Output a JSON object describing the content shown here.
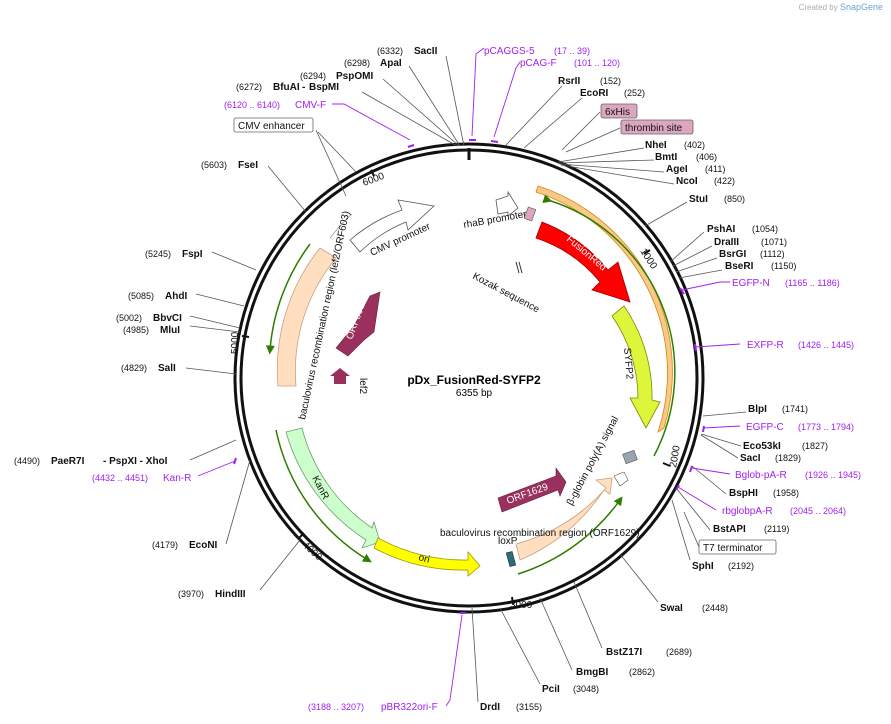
{
  "header": {
    "credit_prefix": "Created by",
    "credit_brand": "SnapGene"
  },
  "plasmid": {
    "name": "pDx_FusionRed-SYFP2",
    "size_label": "6355 bp"
  },
  "ticks": [
    "1000",
    "2000",
    "3000",
    "4000",
    "5000",
    "6000"
  ],
  "enzymes": [
    {
      "name": "SacII",
      "pos": "(6332)"
    },
    {
      "name": "ApaI",
      "pos": "(6298)"
    },
    {
      "name": "PspOMI",
      "pos": "(6294)"
    },
    {
      "name": "BfuAI",
      "pos": "(6272)",
      "extra": "BspMI"
    },
    {
      "name": "RsrII",
      "pos": "(152)"
    },
    {
      "name": "EcoRI",
      "pos": "(252)"
    },
    {
      "name": "NheI",
      "pos": "(402)"
    },
    {
      "name": "BmtI",
      "pos": "(406)"
    },
    {
      "name": "AgeI",
      "pos": "(411)"
    },
    {
      "name": "NcoI",
      "pos": "(422)"
    },
    {
      "name": "StuI",
      "pos": "(850)"
    },
    {
      "name": "PshAI",
      "pos": "(1054)"
    },
    {
      "name": "DraIII",
      "pos": "(1071)"
    },
    {
      "name": "BsrGI",
      "pos": "(1112)"
    },
    {
      "name": "BseRI",
      "pos": "(1150)"
    },
    {
      "name": "BlpI",
      "pos": "(1741)"
    },
    {
      "name": "Eco53kI",
      "pos": "(1827)"
    },
    {
      "name": "SacI",
      "pos": "(1829)"
    },
    {
      "name": "BspHI",
      "pos": "(1958)"
    },
    {
      "name": "BstAPI",
      "pos": "(2119)"
    },
    {
      "name": "SphI",
      "pos": "(2192)"
    },
    {
      "name": "SwaI",
      "pos": "(2448)"
    },
    {
      "name": "BstZ17I",
      "pos": "(2689)"
    },
    {
      "name": "BmgBI",
      "pos": "(2862)"
    },
    {
      "name": "PciI",
      "pos": "(3048)"
    },
    {
      "name": "DrdI",
      "pos": "(3155)"
    },
    {
      "name": "HindIII",
      "pos": "(3970)"
    },
    {
      "name": "EcoNI",
      "pos": "(4179)"
    },
    {
      "name": "PaeR7I",
      "pos": "(4490)",
      "extra": "- PspXI   - XhoI"
    },
    {
      "name": "SalI",
      "pos": "(4829)"
    },
    {
      "name": "MluI",
      "pos": "(4985)"
    },
    {
      "name": "BbvCI",
      "pos": "(5002)"
    },
    {
      "name": "AhdI",
      "pos": "(5085)"
    },
    {
      "name": "FspI",
      "pos": "(5245)"
    },
    {
      "name": "FseI",
      "pos": "(5603)"
    }
  ],
  "primers": [
    {
      "name": "pCAGGS-5",
      "range": "(17 .. 39)"
    },
    {
      "name": "pCAG-F",
      "range": "(101 .. 120)"
    },
    {
      "name": "CMV-F",
      "range": "(6120 .. 6140)"
    },
    {
      "name": "EGFP-N",
      "range": "(1165 .. 1186)"
    },
    {
      "name": "EXFP-R",
      "range": "(1426 .. 1445)"
    },
    {
      "name": "EGFP-C",
      "range": "(1773 .. 1794)"
    },
    {
      "name": "Bglob-pA-R",
      "range": "(1926 .. 1945)"
    },
    {
      "name": "rbglobpA-R",
      "range": "(2045 .. 2064)"
    },
    {
      "name": "Kan-R",
      "range": "(4432 .. 4451)"
    },
    {
      "name": "pBR322ori-F",
      "range": "(3188 .. 3207)"
    }
  ],
  "features": {
    "boxed": [
      "CMV enhancer",
      "6xHis",
      "thrombin site",
      "T7 terminator"
    ],
    "labels": {
      "cmv_promoter": "CMV promoter",
      "rhab_promoter": "rhaB promoter",
      "kozak": "Kozak sequence",
      "lef2_region": "baculovirus recombination region (lef2/ORF603)",
      "orf603": "ORF603",
      "lef2": "lef2",
      "fusionred": "FusionRed",
      "syfp2": "SYFP2",
      "globin": "β-globin poly(A) signal",
      "orf1629_region": "baculovirus recombination region (ORF1629)",
      "orf1629": "ORF1629",
      "loxp": "loxP",
      "ori": "ori",
      "kanr": "KanR"
    }
  },
  "colors": {
    "backbone": "#111111",
    "primer": "#a020f0",
    "fusionred": "#ff0000",
    "syfp2": "#ddf53a",
    "ori": "#ffff00",
    "kanr": "#ccffcc",
    "recomb": "#ffdfbf",
    "orf": "#99305e",
    "boxed_pink": "#dba6be"
  }
}
